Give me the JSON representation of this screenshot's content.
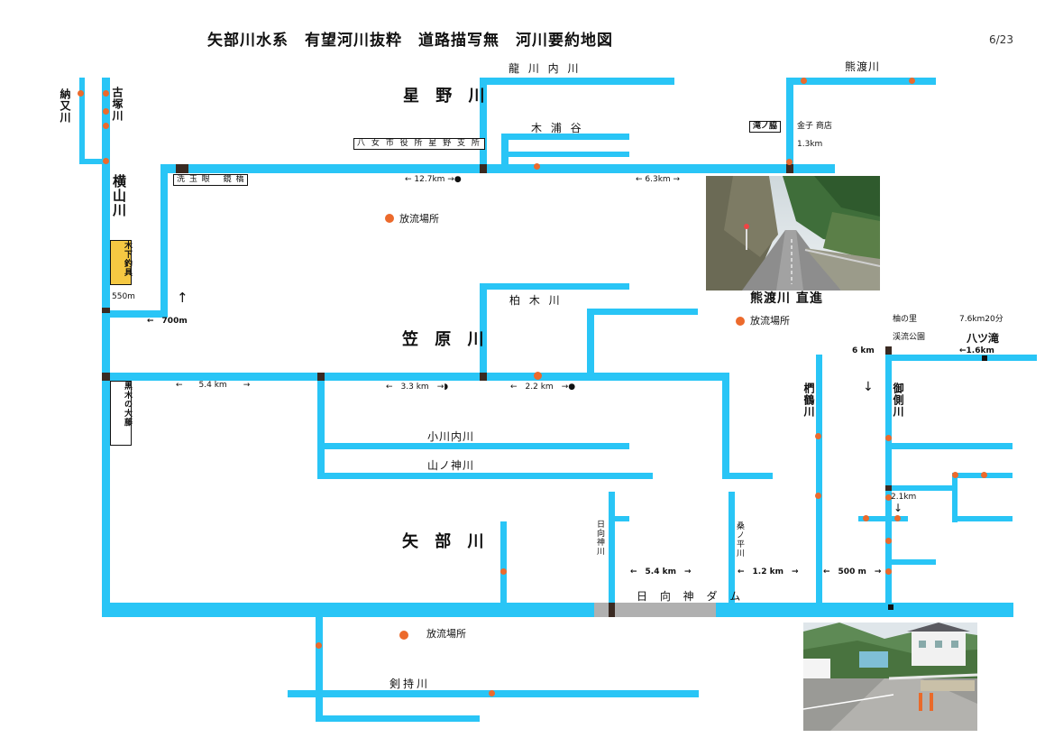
{
  "page": {
    "title": "矢部川水系　有望河川抜粋　道路描写無　河川要約地図",
    "page_number": "6/23"
  },
  "rivers": {
    "hoshino": "星 野 川",
    "kasahara": "笠 原 川",
    "yabe": "矢 部 川",
    "yokoyama": "横山川",
    "furutsuka": "古塚川",
    "nomata": "納又川",
    "tatsukawauchi": "龍 川 内 川",
    "kiura": "木 浦 谷",
    "kumawatari": "熊渡川",
    "kashiki": "柏 木 川",
    "ogawauchi": "小川内川",
    "yamanokami": "山ノ神川",
    "kenmochi": "剣持川",
    "hyugami": "日向神川",
    "kuwanohira": "桑ノ平川",
    "kunugi": "椚鶴川",
    "misoba": "御側川"
  },
  "labels": {
    "yame_office": "八 女 市 役 所 星 野 支 所",
    "araitamame": "洗 玉 眼　 鏡 橋",
    "takinowaki": "滝ノ脇",
    "kaneko_shop": "金子 商店",
    "kinoshita_tsurigu": "木下釣具",
    "kuroki_ofuji": "黒木の大藤",
    "kumawatari_straight": "熊渡川 直進",
    "yuzunosato": "柚の里",
    "keiryu_park": "渓流公園",
    "time_label": "7.6km20分",
    "hattsudaki": "八ツ滝",
    "dam": "日 向 神 ダ ム",
    "release1": "放流場所",
    "release2": "放流場所",
    "release3": "放流場所"
  },
  "distances": {
    "d_550m": "550m",
    "d_700m": "←　700m",
    "d_12_7": "← 12.7km →●",
    "d_6_3": "← 6.3km →",
    "d_1_3": "1.3km",
    "d_5_4a": "←　　5.4 km　　→",
    "d_3_3": "←　3.3 km　→◗",
    "d_2_2": "←　2.2 km　→●",
    "d_6km": "6 km",
    "d_1_6": "←1.6km",
    "d_2_1": "2.1km",
    "d_5_4b": "←　5.4 km　→",
    "d_1_2": "←　1.2 km　→",
    "d_500": "←　500 m　→"
  },
  "arrows": {
    "up": "↑",
    "down": "↓",
    "down2": "↓"
  },
  "colors": {
    "river": "#29c5f6",
    "release_marker": "#ec6a2c",
    "dam": "#b0b0b0",
    "note_bg": "#f5c842"
  }
}
